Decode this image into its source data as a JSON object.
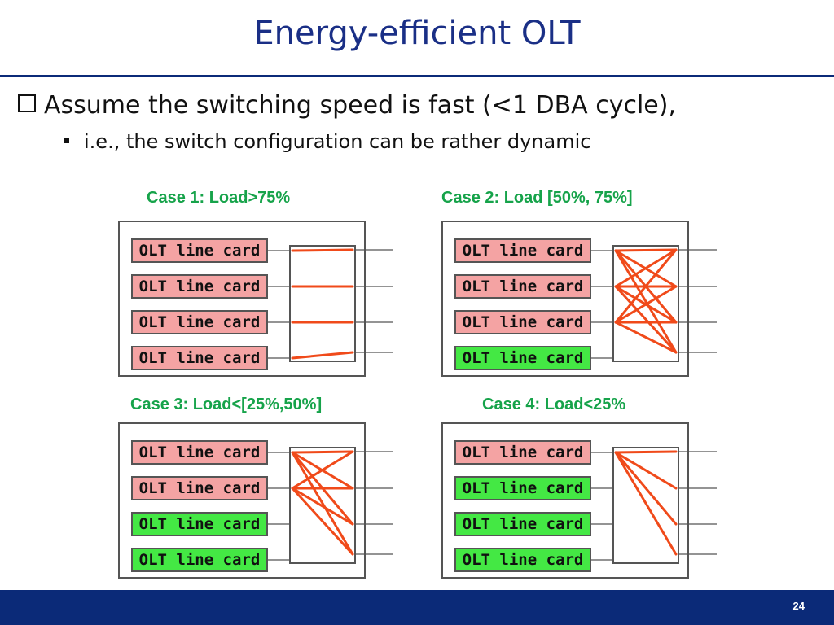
{
  "slide": {
    "title": "Energy-efficient OLT",
    "bullet_main": "Assume the switching speed is fast (<1 DBA cycle),",
    "bullet_sub": "i.e., the switch configuration can be rather dynamic",
    "page_number": "24"
  },
  "colors": {
    "title": "#1a2f86",
    "case_title": "#16a34a",
    "card_active": "#f4a3a3",
    "card_sleep": "#44e844",
    "connection": "#f04a1a",
    "footer": "#0b2a78"
  },
  "card_label": "OLT line card",
  "cases": [
    {
      "title": "Case 1: Load>75%",
      "cards": [
        "active",
        "active",
        "active",
        "active"
      ],
      "connections": [
        [
          0,
          0
        ],
        [
          1,
          1
        ],
        [
          2,
          2
        ],
        [
          3,
          3
        ]
      ]
    },
    {
      "title": "Case 2: Load [50%, 75%]",
      "cards": [
        "active",
        "active",
        "active",
        "sleep"
      ],
      "connections": [
        [
          0,
          0
        ],
        [
          0,
          1
        ],
        [
          0,
          2
        ],
        [
          0,
          3
        ],
        [
          1,
          0
        ],
        [
          1,
          1
        ],
        [
          1,
          2
        ],
        [
          1,
          3
        ],
        [
          2,
          0
        ],
        [
          2,
          1
        ],
        [
          2,
          2
        ],
        [
          2,
          3
        ]
      ]
    },
    {
      "title": "Case 3: Load<[25%,50%]",
      "cards": [
        "active",
        "active",
        "sleep",
        "sleep"
      ],
      "connections": [
        [
          0,
          0
        ],
        [
          0,
          1
        ],
        [
          0,
          2
        ],
        [
          0,
          3
        ],
        [
          1,
          0
        ],
        [
          1,
          1
        ],
        [
          1,
          2
        ],
        [
          1,
          3
        ]
      ]
    },
    {
      "title": "Case 4: Load<25%",
      "cards": [
        "active",
        "sleep",
        "sleep",
        "sleep"
      ],
      "connections": [
        [
          0,
          0
        ],
        [
          0,
          1
        ],
        [
          0,
          2
        ],
        [
          0,
          3
        ]
      ]
    }
  ]
}
